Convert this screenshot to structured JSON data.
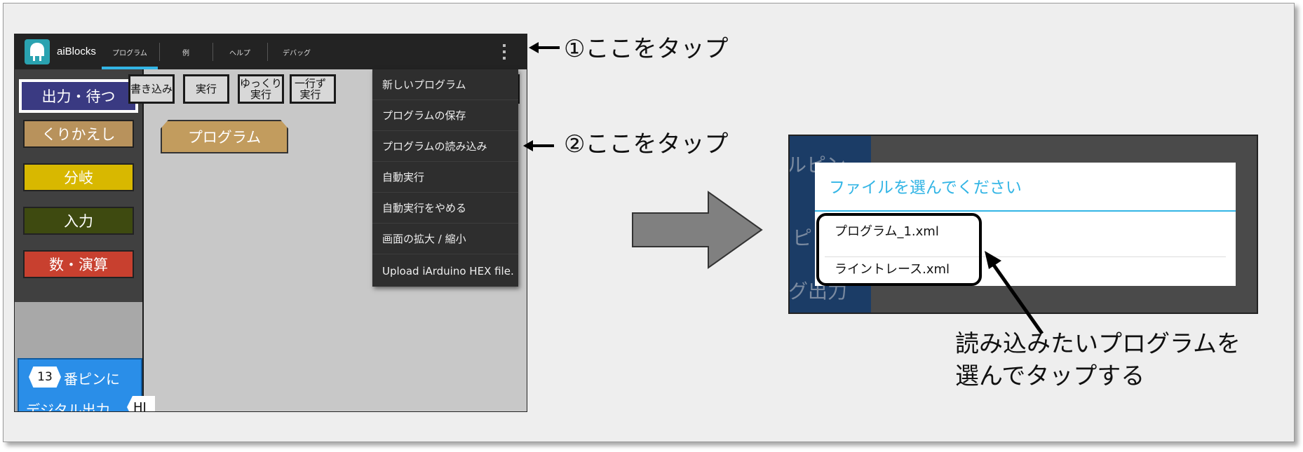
{
  "app": {
    "name": "aiBlocks",
    "tabs": [
      {
        "label": "プログラム",
        "active": true
      },
      {
        "label": "例",
        "active": false
      },
      {
        "label": "ヘルプ",
        "active": false
      },
      {
        "label": "デバッグ",
        "active": false
      }
    ],
    "overflow_icon": "vertical-dots-icon",
    "categories": [
      {
        "label": "出力・待つ",
        "color": "#3a3a82",
        "selected": true
      },
      {
        "label": "くりかえし",
        "color": "#b8925c",
        "selected": false
      },
      {
        "label": "分岐",
        "color": "#d8b800",
        "selected": false
      },
      {
        "label": "入力",
        "color": "#3e4a10",
        "selected": false
      },
      {
        "label": "数・演算",
        "color": "#c8402f",
        "selected": false
      }
    ],
    "toolbar": {
      "write": "書き込み",
      "run": "実行",
      "slow_run": "ゆっくり\n実行",
      "step_run": "一行ず\n実行"
    },
    "program_block": "プログラム",
    "digital_block": {
      "pin_number": "13",
      "line1": "番ピンに",
      "line2": "デジタル出力",
      "value": "HI"
    },
    "menu": [
      "新しいプログラム",
      "プログラムの保存",
      "プログラムの読み込み",
      "自動実行",
      "自動実行をやめる",
      "画面の拡大 / 縮小",
      "Upload iArduino HEX file."
    ]
  },
  "annotations": {
    "step1": "①ここをタップ",
    "step2": "②ここをタップ",
    "step3_line1": "読み込みたいプログラムを",
    "step3_line2": "選んでタップする"
  },
  "dialog": {
    "title": "ファイルを選んでください",
    "files": [
      "プログラム_1.xml",
      "ライントレース.xml"
    ],
    "background_fragments": [
      "ルピン",
      "ピ",
      "グ出力"
    ]
  },
  "colors": {
    "accent": "#33b5e5",
    "action_bar": "#232323",
    "block_blue": "#2a8ee8"
  }
}
